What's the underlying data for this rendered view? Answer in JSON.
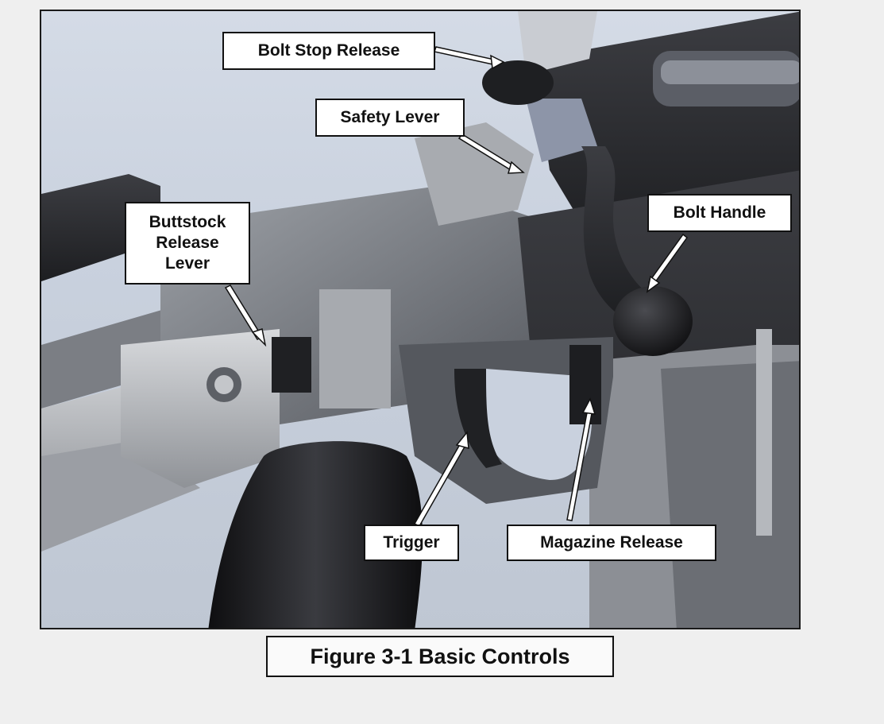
{
  "figure": {
    "caption": "Figure 3-1 Basic Controls",
    "callouts": {
      "bolt_stop_release": "Bolt Stop Release",
      "safety_lever": "Safety Lever",
      "buttstock_release_lever": "Buttstock\nRelease\nLever",
      "bolt_handle": "Bolt Handle",
      "trigger": "Trigger",
      "magazine_release": "Magazine Release"
    }
  },
  "colors": {
    "background_sky": "#c9d1de",
    "metal_dark": "#2a2a2d",
    "metal_mid": "#6b6e74",
    "metal_light": "#b9bcc1",
    "callout_border": "#111111"
  }
}
